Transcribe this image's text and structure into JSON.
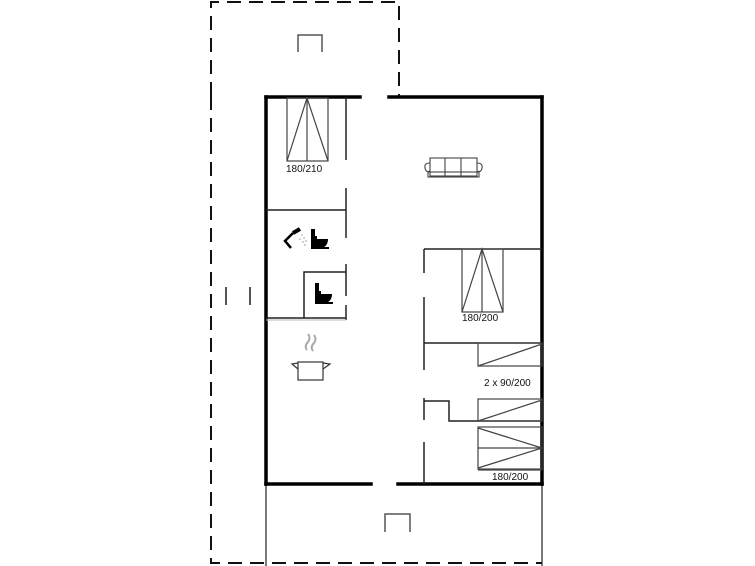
{
  "diagram": {
    "type": "floor-plan",
    "colors": {
      "wall": "#000000",
      "inner_line": "#222222",
      "furniture": "#444444",
      "dashed_outline": "#111111",
      "steam": "#aaaaaa",
      "background": "#ffffff"
    },
    "rooms": [
      {
        "id": "bedroom-1",
        "bed_label": "180/210"
      },
      {
        "id": "bathroom",
        "fixtures": [
          "shower",
          "toilet"
        ]
      },
      {
        "id": "toilet-room",
        "fixtures": [
          "toilet"
        ]
      },
      {
        "id": "kitchen",
        "fixtures": [
          "cooking-pot"
        ]
      },
      {
        "id": "living-room",
        "fixtures": [
          "sofa"
        ]
      },
      {
        "id": "bedroom-2",
        "bed_label": "180/200"
      },
      {
        "id": "bedroom-3",
        "bed_label": "2 x 90/200"
      },
      {
        "id": "bedroom-4",
        "bed_label": "180/200"
      }
    ],
    "labels": {
      "bed_top": "180/210",
      "bed_middle": "180/200",
      "bed_twin": "2 x 90/200",
      "bed_bottom": "180/200"
    },
    "icons": {
      "sofa": "sofa-icon",
      "shower": "shower-icon",
      "toilet": "toilet-icon",
      "pot": "cooking-pot-icon",
      "terrace_marker": "terrace-marker-icon"
    }
  }
}
